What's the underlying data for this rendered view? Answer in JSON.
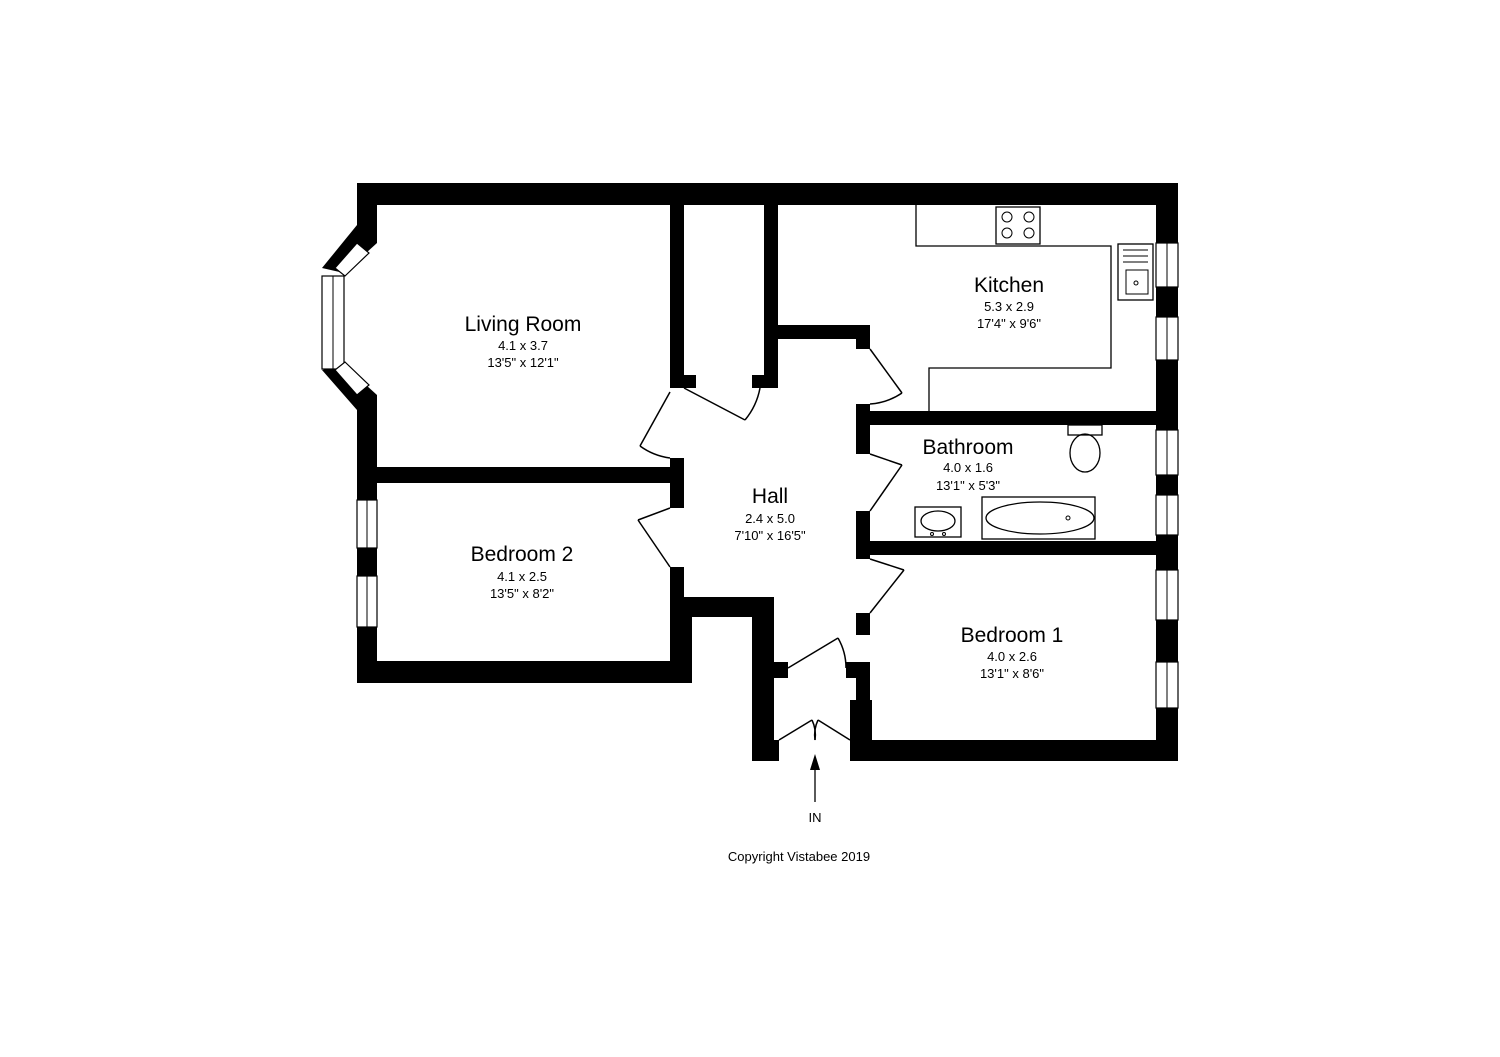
{
  "rooms": {
    "living_room": {
      "name": "Living Room",
      "metric": "4.1 x 3.7",
      "imperial": "13'5\" x 12'1\""
    },
    "kitchen": {
      "name": "Kitchen",
      "metric": "5.3 x 2.9",
      "imperial": "17'4\" x 9'6\""
    },
    "bathroom": {
      "name": "Bathroom",
      "metric": "4.0 x 1.6",
      "imperial": "13'1\" x 5'3\""
    },
    "hall": {
      "name": "Hall",
      "metric": "2.4 x 5.0",
      "imperial": "7'10\" x 16'5\""
    },
    "bedroom_2": {
      "name": "Bedroom 2",
      "metric": "4.1 x 2.5",
      "imperial": "13'5\" x 8'2\""
    },
    "bedroom_1": {
      "name": "Bedroom 1",
      "metric": "4.0 x 2.6",
      "imperial": "13'1\" x 8'6\""
    }
  },
  "entrance_label": "IN",
  "copyright": "Copyright Vistabee 2019"
}
